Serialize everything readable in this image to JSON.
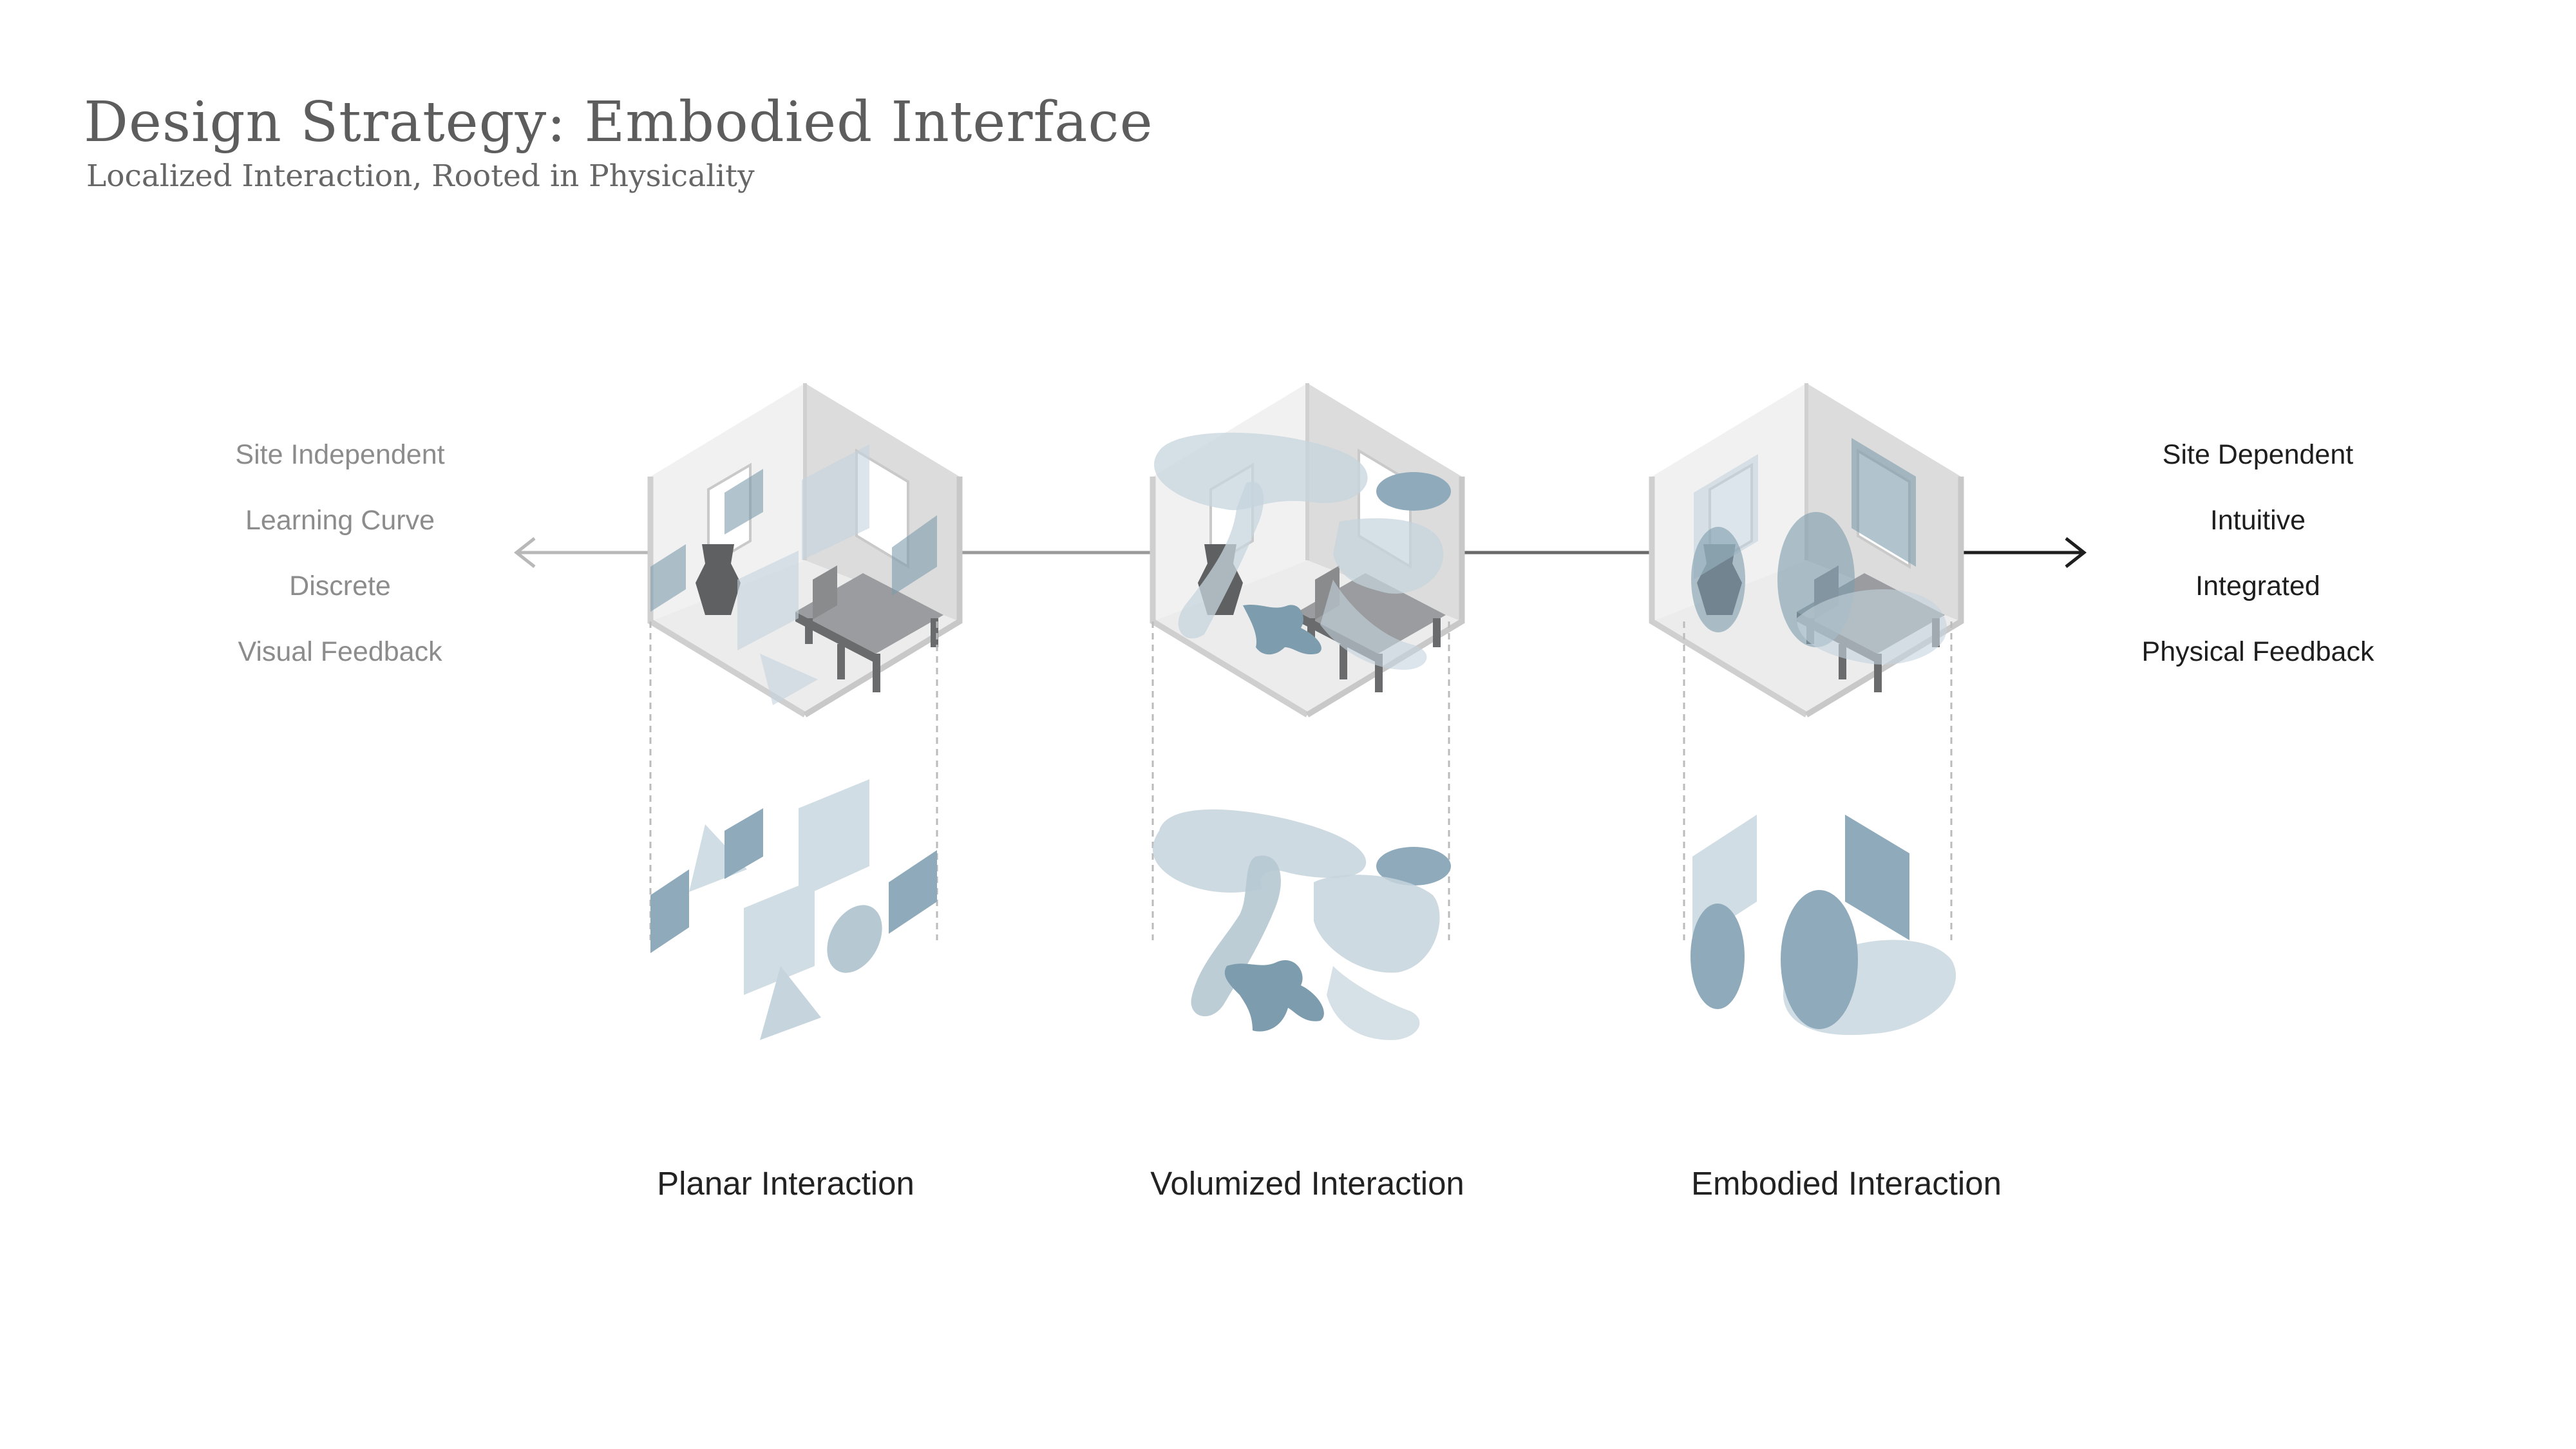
{
  "header": {
    "title": "Design Strategy: Embodied Interface",
    "subtitle": "Localized Interaction, Rooted in Physicality"
  },
  "spectrum": {
    "left": [
      "Site Independent",
      "Learning Curve",
      "Discrete",
      "Visual Feedback"
    ],
    "right": [
      "Site Dependent",
      "Intuitive",
      "Integrated",
      "Physical Feedback"
    ]
  },
  "stages": [
    {
      "label": "Planar Interaction"
    },
    {
      "label": "Volumized Interaction"
    },
    {
      "label": "Embodied Interaction"
    }
  ],
  "colors": {
    "overlay_light": "#c5d4dd",
    "overlay_dark": "#7d9cad",
    "room_wall": "#d6d6d6",
    "furniture": "#5f6062",
    "axis_left": "#b8b8b8",
    "axis_right": "#1e1e1e"
  }
}
